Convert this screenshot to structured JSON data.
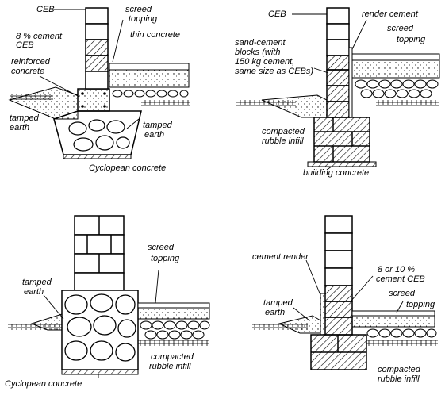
{
  "panels": {
    "top_left": {
      "ceb": "CEB",
      "screed": "screed",
      "topping": "topping",
      "thin_concrete": "thin concrete",
      "cement_ceb_1": "8 % cement",
      "cement_ceb_2": "CEB",
      "reinforced_1": "reinforced",
      "reinforced_2": "concrete",
      "tamped_earth_left_1": "tamped",
      "tamped_earth_left_2": "earth",
      "tamped_earth_right_1": "tamped",
      "tamped_earth_right_2": "earth",
      "cyclopean": "Cyclopean concrete"
    },
    "top_right": {
      "ceb": "CEB",
      "render_cement": "render cement",
      "screed": "screed",
      "topping": "topping",
      "sand_cement_1": "sand-cement",
      "sand_cement_2": "blocks (with",
      "sand_cement_3": "150 kg cement,",
      "sand_cement_4": "same size as CEBs)",
      "compacted_1": "compacted",
      "compacted_2": "rubble infill",
      "building_concrete": "building concrete"
    },
    "bottom_left": {
      "screed": "screed",
      "topping": "topping",
      "tamped_1": "tamped",
      "tamped_2": "earth",
      "compacted_1": "compacted",
      "compacted_2": "rubble infill",
      "cyclopean": "Cyclopean concrete"
    },
    "bottom_right": {
      "cement_render": "cement render",
      "cement_ceb_1": "8 or 10 %",
      "cement_ceb_2": "cement CEB",
      "screed": "screed",
      "topping": "topping",
      "tamped_1": "tamped",
      "tamped_2": "earth",
      "compacted_1": "compacted",
      "compacted_2": "rubble infill"
    }
  }
}
